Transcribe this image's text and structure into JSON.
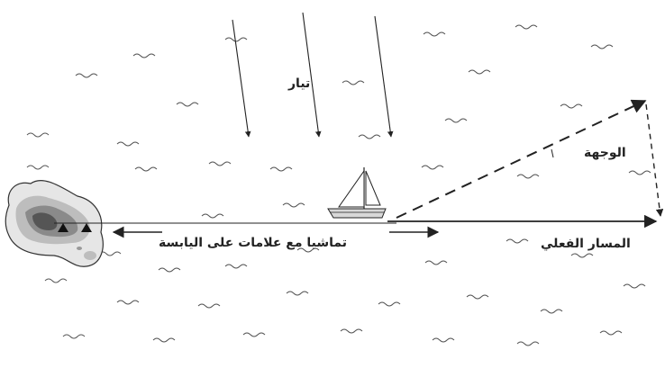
{
  "labels": {
    "current": "تيار",
    "heading": "الوجهة",
    "actual_track": "المسار الفعلي",
    "transit": "تماشيا مع علامات على اليابسة"
  },
  "colors": {
    "ink": "#222222",
    "water_waves": "#555555",
    "island_outer": "#d0d0d0",
    "island_mid": "#a8a8a8",
    "island_dark": "#707070",
    "island_core": "#4a4a4a"
  },
  "icons": {
    "boat": "sailboat-icon",
    "landmarks": "triangle-landmark-icon"
  }
}
